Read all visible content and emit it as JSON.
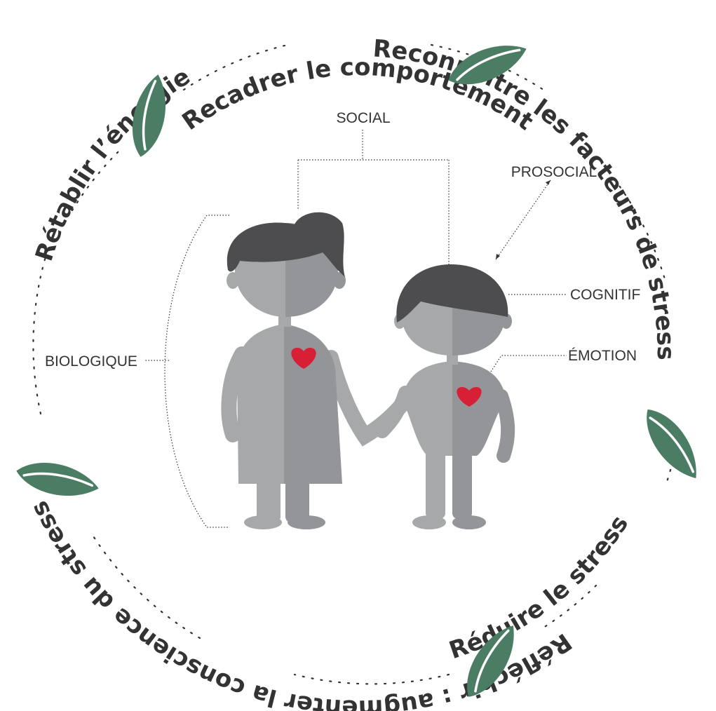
{
  "cycle": {
    "steps": [
      {
        "label": "Recadrer le comportement"
      },
      {
        "label": "Reconnaître les facteurs de stress"
      },
      {
        "label": "Réduire le stress"
      },
      {
        "label": "Réfléchir : augmenter la conscience du stress"
      },
      {
        "label": "Rétablir l’énergie"
      }
    ]
  },
  "center": {
    "labels": {
      "social": "SOCIAL",
      "prosocial": "PROSOCIAL",
      "cognitif": "COGNITIF",
      "emotion": "ÉMOTION",
      "biologique": "BIOLOGIQUE"
    }
  },
  "colors": {
    "leaf": "#4a7d63",
    "hair": "#4d4d4f",
    "skin_light": "#a7a8aa",
    "skin_dark": "#939598",
    "heart": "#d71f36",
    "text": "#333333"
  },
  "icons": [
    "leaf-icon",
    "woman-figure",
    "boy-figure",
    "heart-icon"
  ]
}
